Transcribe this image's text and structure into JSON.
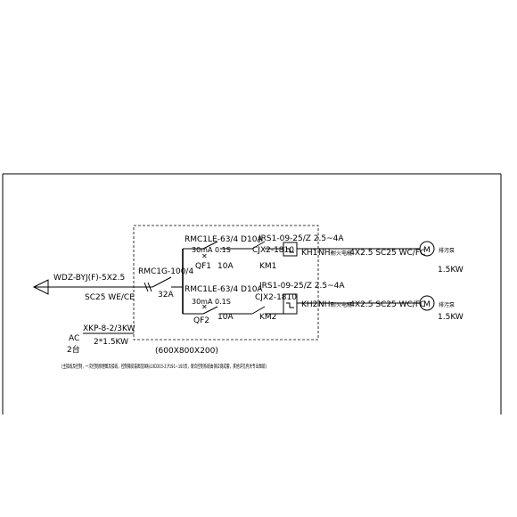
{
  "diagram": {
    "incoming": {
      "cable": "WDZ-BYJ(F)-5X2.5",
      "conduit": "SC25 WE/CE"
    },
    "main_switch": {
      "model": "RMC1G-100/4",
      "rating": "32A"
    },
    "circuits": [
      {
        "breaker": "RMC1LE-63/4 D10A",
        "leakage": "30mA 0.1S",
        "breaker_tag": "QF1",
        "current": "10A",
        "relay": "JRS1-09-25/Z 2.5~4A",
        "contactor": "CJX2-1810",
        "contactor_tag": "KM1",
        "relay_tag": "KH1",
        "cable": "NH-",
        "cable_cn": "耐火电缆",
        "cable_spec": "-4X2.5 SC25 WC/FC",
        "motor_label": "M",
        "motor_name": "排污泵",
        "power": "1.5KW"
      },
      {
        "breaker": "RMC1LE-63/4 D10A",
        "leakage": "30mA 0.1S",
        "breaker_tag": "QF2",
        "current": "10A",
        "relay": "JRS1-09-25/Z 2.5~4A",
        "contactor": "CJX2-1810",
        "contactor_tag": "KM2",
        "relay_tag": "KH2",
        "cable": "NH-",
        "cable_cn": "耐火电缆",
        "cable_spec": "-4X2.5 SC25 WC/FC",
        "motor_label": "M",
        "motor_name": "排污泵",
        "power": "1.5KW"
      }
    ],
    "panel": {
      "model": "XKP-8-2/3KW",
      "power": "2*1.5KW",
      "type": "AC",
      "qty": "2台",
      "size": "(600X800X200)"
    },
    "note": "(主接线及控制，一次控制原理图及接线，控制箱安装图见国标10D303-3,P191~193页，联合控制系统由供应商成套，其他详见有关专业图纸)"
  }
}
